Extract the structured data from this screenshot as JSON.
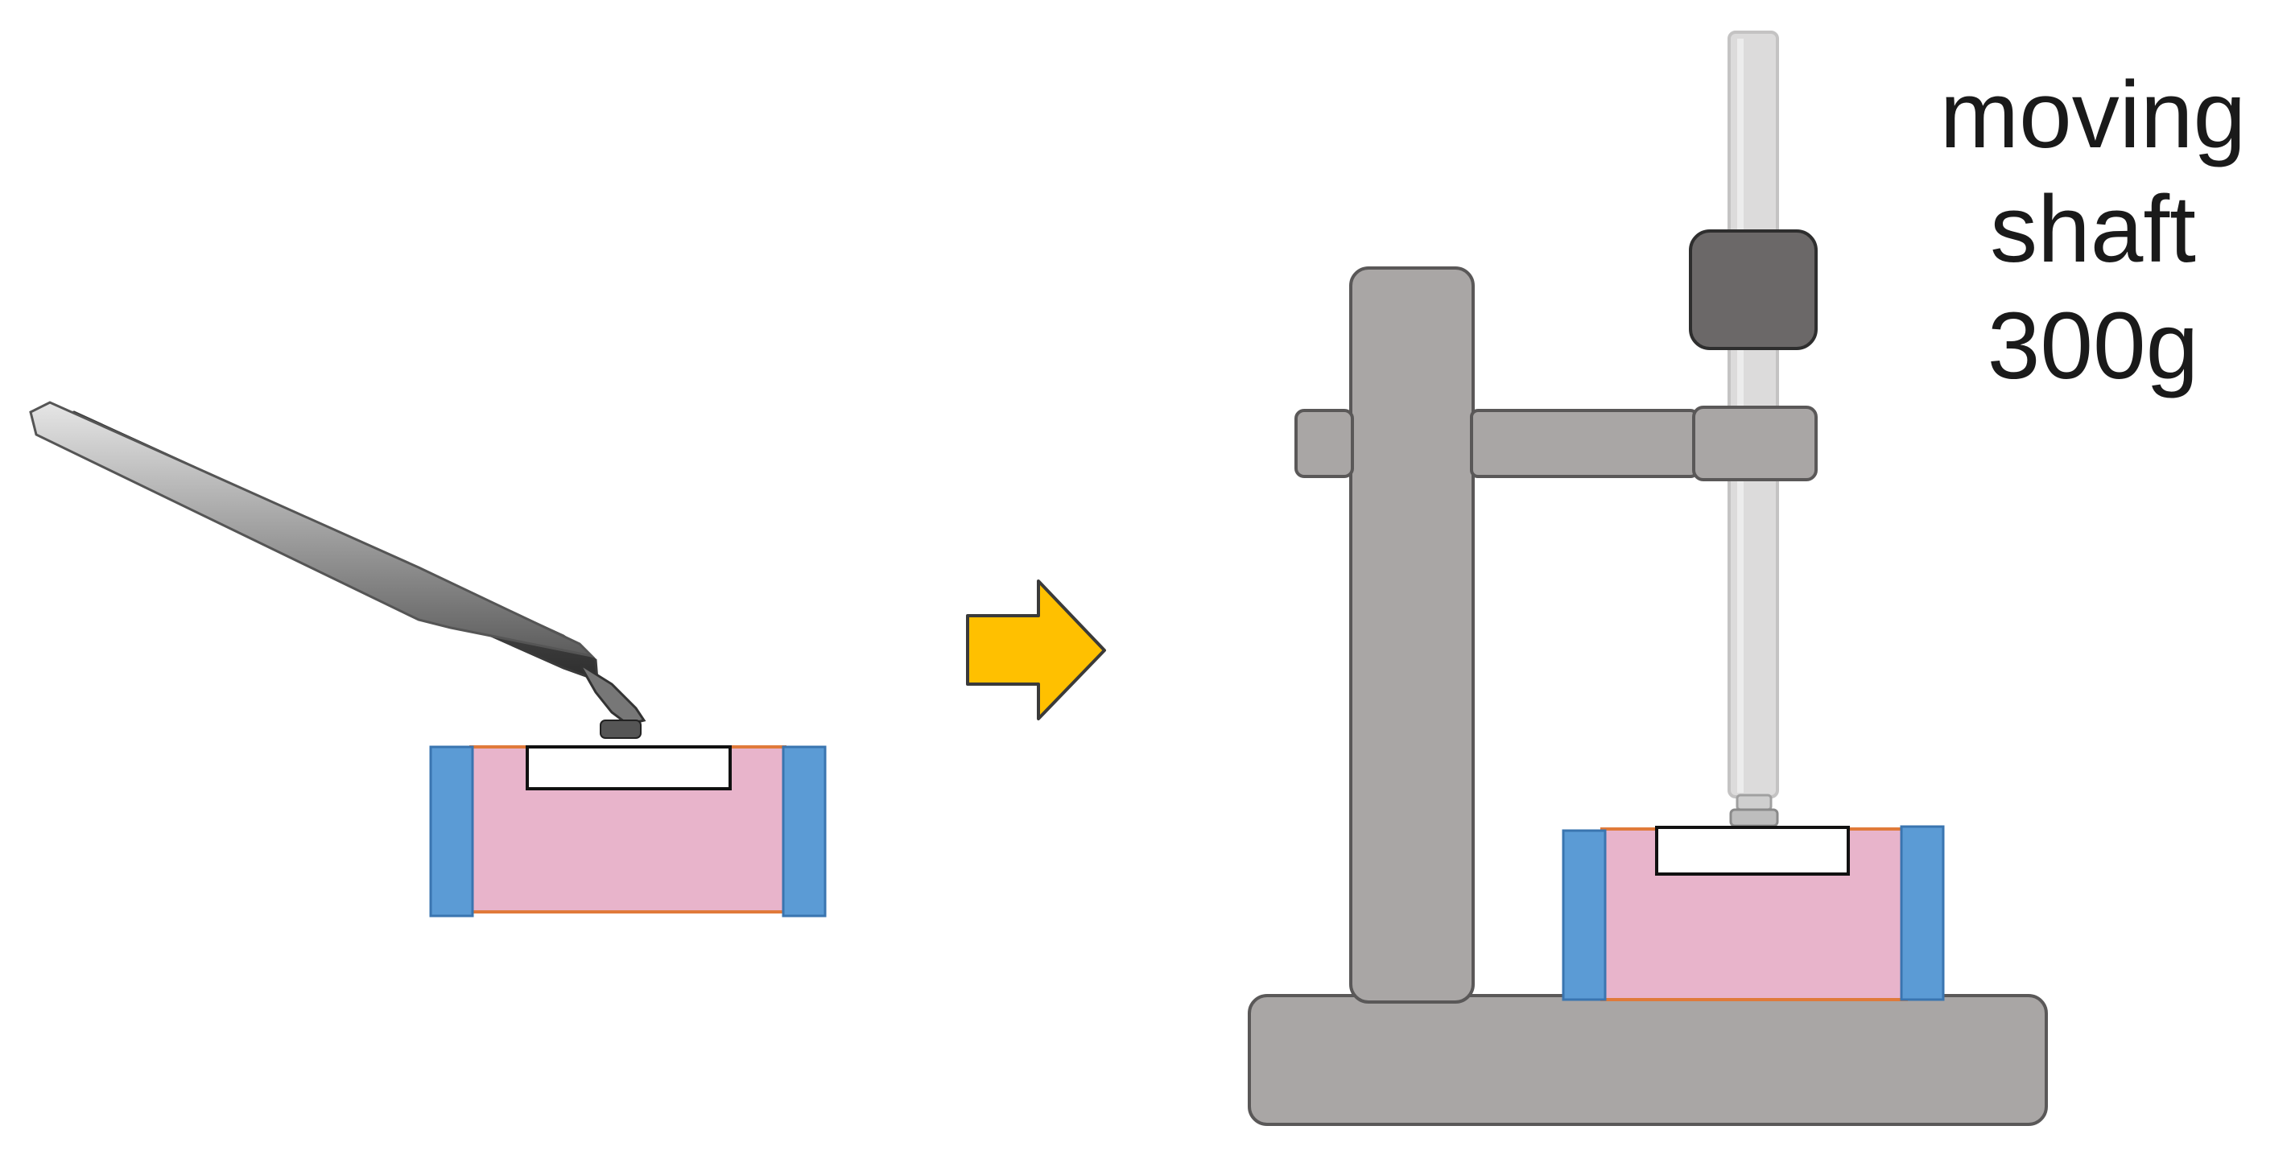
{
  "annotation": {
    "lines": [
      "moving",
      "shaft",
      "300g"
    ]
  },
  "colors": {
    "sample_fill": "#e8b4cb",
    "sample_outline": "#e07a3a",
    "side_block": "#5b9bd5",
    "side_block_outline": "#3a75b0",
    "plate_fill": "#ffffff",
    "stand_gray": "#a9a6a5",
    "stand_outline": "#5a5858",
    "weight_dark": "#6b6868",
    "shaft_light": "#dcdbdb",
    "arrow_fill": "#ffc000",
    "arrow_outline": "#3a3a3a",
    "tweezer_metal": "#b8b8b8"
  },
  "icons": {
    "tweezers": "tweezers-icon",
    "arrow": "right-arrow-icon"
  }
}
